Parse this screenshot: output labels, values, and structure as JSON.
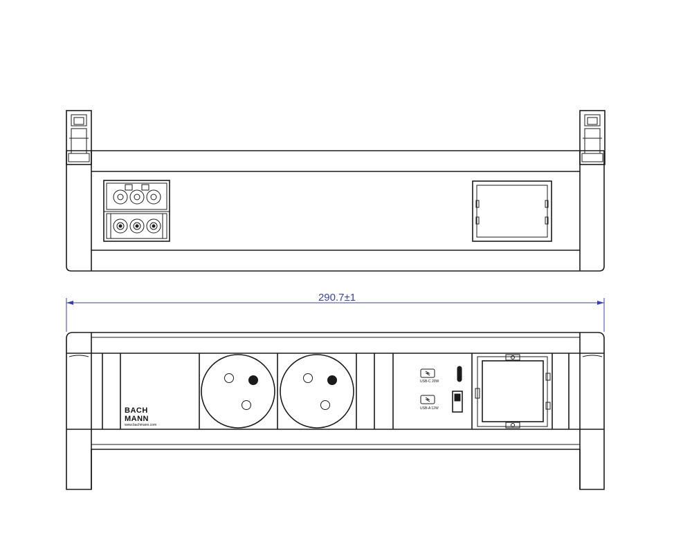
{
  "dimension": {
    "width_label": "290.7±1"
  },
  "brand": {
    "line1": "BACH",
    "line2": "MANN",
    "website": "www.bachmann.com"
  },
  "usb": {
    "usb_c_label": "USB-C 20W",
    "usb_a_label": "USB-A 12W"
  },
  "colors": {
    "line": "#1a1a1a",
    "dimension": "#3a3fb0"
  }
}
